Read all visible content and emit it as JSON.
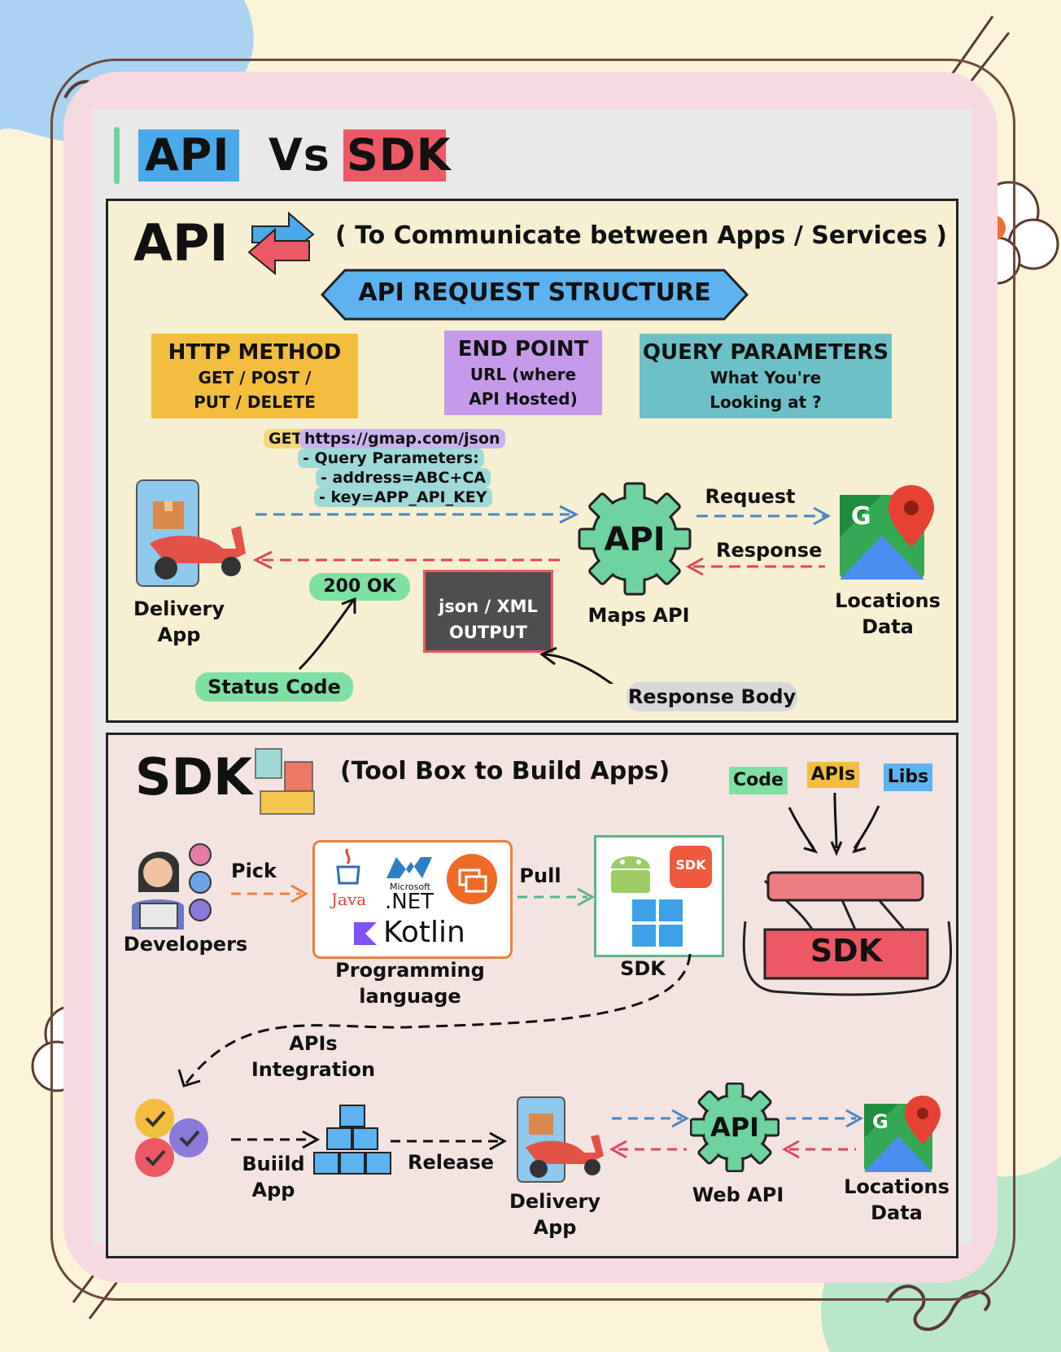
{
  "title": {
    "api": "API",
    "vs": "Vs",
    "sdk": "SDK"
  },
  "api_section": {
    "heading": "API",
    "subtitle": "( To Communicate between Apps / Services )",
    "structure_banner": "API REQUEST STRUCTURE",
    "http_method": {
      "title": "HTTP METHOD",
      "line1": "GET / POST /",
      "line2": "PUT / DELETE"
    },
    "end_point": {
      "title": "END POINT",
      "line1": "URL (where",
      "line2": "API Hosted)"
    },
    "query_parameters": {
      "title": "QUERY PARAMETERS",
      "line1": "What You're",
      "line2": "Looking at ?"
    },
    "request_example": {
      "method": "GET",
      "url": "https://gmap.com/json",
      "params_header": "- Query Parameters:",
      "param1": "- address=ABC+CA",
      "param2": "- key=APP_API_KEY"
    },
    "delivery_app": {
      "line1": "Delivery",
      "line2": "App"
    },
    "api_gear": "API",
    "maps_api": "Maps API",
    "request": "Request",
    "response": "Response",
    "locations_data": {
      "line1": "Locations",
      "line2": "Data"
    },
    "status_ok": "200 OK",
    "status_code": "Status Code",
    "output": {
      "line1": "json / XML",
      "line2": "OUTPUT"
    },
    "response_body": "Response Body"
  },
  "sdk_section": {
    "heading": "SDK",
    "subtitle": "(Tool Box to Build Apps)",
    "tags": {
      "code": "Code",
      "apis": "APIs",
      "libs": "Libs"
    },
    "developers": "Developers",
    "pick": "Pick",
    "languages": {
      "java": "Java",
      "microsoft": "Microsoft",
      "dotnet": ".NET",
      "kotlin": "Kotlin"
    },
    "programming_language": {
      "line1": "Programming",
      "line2": "language"
    },
    "pull": "Pull",
    "sdk_badge": "SDK",
    "sdk_label": "SDK",
    "toolbox_label": "SDK",
    "apis_integration": {
      "line1": "APIs",
      "line2": "Integration"
    },
    "build_app": {
      "line1": "Buiild",
      "line2": "App"
    },
    "release": "Release",
    "delivery_app": {
      "line1": "Delivery",
      "line2": "App"
    },
    "api_gear": "API",
    "web_api": "Web API",
    "locations_data": {
      "line1": "Locations",
      "line2": "Data"
    }
  },
  "colors": {
    "api_blue": "#4aa9e9",
    "sdk_red": "#ec5964",
    "gear_green": "#6fd3a0",
    "http_yellow": "#f3bd3d",
    "endpoint_purple": "#c79ae9",
    "query_teal": "#6cc1c9"
  }
}
